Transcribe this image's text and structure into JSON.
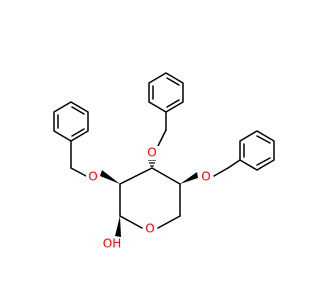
{
  "molecule": {
    "atom_labels": {
      "ring_oxygen": "O",
      "hydroxyl": "OH",
      "o_c2": "O",
      "o_c3": "O",
      "o_c4": "O"
    },
    "colors": {
      "bond": "#000000",
      "oxygen": "#ff0000",
      "background": "#ffffff"
    }
  }
}
